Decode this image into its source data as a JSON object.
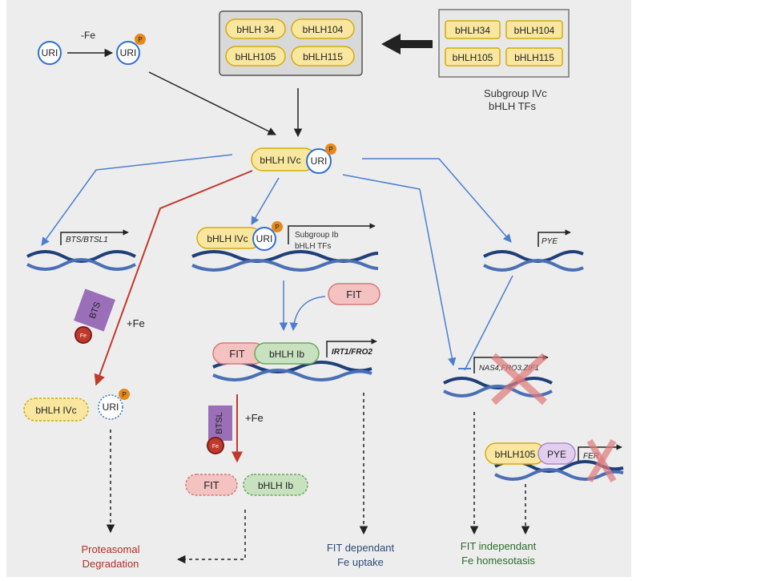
{
  "uri": {
    "label": "URI",
    "phospho": "P",
    "minus_fe": "-Fe",
    "fe_badge": "Fe"
  },
  "tf_box_left": [
    "bHLH 34",
    "bHLH104",
    "bHLH105",
    "bHLH115"
  ],
  "tf_box_right": [
    "bHLH34",
    "bHLH104",
    "bHLH105",
    "bHLH115"
  ],
  "subgroup_ivc": [
    "Subgroup IVc",
    "bHLH TFs"
  ],
  "complex_label": "bHLH IVc",
  "genes": {
    "bts": "BTS/BTSL1",
    "subgroup_ib": [
      "Subgroup Ib",
      "bHLH TFs"
    ],
    "pye": "PYE",
    "irt1": "IRT1/FRO2",
    "nas4": "NAS4,FRO3,ZIF1",
    "fer": "FER"
  },
  "proteins": {
    "bts": "BTS",
    "btsl": "BTSL",
    "fit": "FIT",
    "bhlh_ib": "bHLH Ib",
    "bhlh_ivc": "bHLH IVc",
    "bhlh105": "bHLH105",
    "pye": "PYE"
  },
  "labels": {
    "plus_fe_left": "+Fe",
    "plus_fe_mid": "+Fe"
  },
  "outcomes": {
    "proteasomal": [
      "Proteasomal",
      "Degradation"
    ],
    "fit_dependant": [
      "FIT dependant",
      "Fe uptake"
    ],
    "fit_independant": [
      "FIT independant",
      "Fe homesotasis"
    ]
  },
  "colors": {
    "panel_bg": "#ededed",
    "blue_arrow": "#4a7fcf",
    "red_arrow": "#c0392b",
    "dna_dark": "#1f3f7a",
    "dna_light": "#4a6fb5",
    "tf_yellow": "#f9e79f",
    "tf_yellow_border": "#d4ac0d",
    "uri_blue": "#2e6fd6",
    "phospho_orange": "#e6891c",
    "fit_pink": "#f5c2c2",
    "ib_green": "#c8e2c0",
    "pye_purple": "#e2cff0",
    "bts_purple": "#9b6fb8",
    "outcome_red": "#a93226",
    "outcome_blue": "#2c4a7a",
    "outcome_green": "#2e6b2e"
  }
}
